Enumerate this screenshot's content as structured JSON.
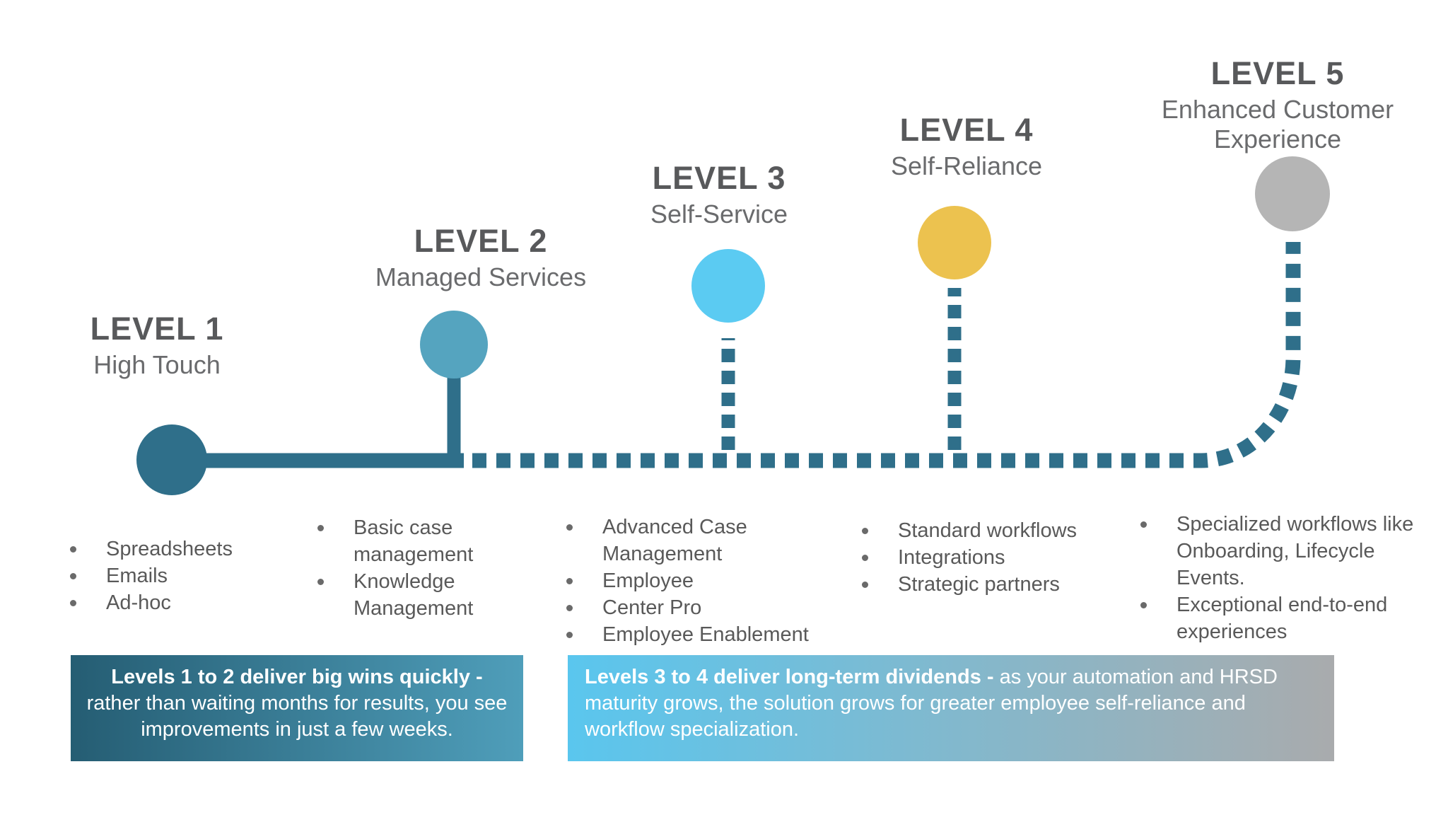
{
  "timeline": {
    "color": "#2F6F8A"
  },
  "levels": [
    {
      "title": "LEVEL 1",
      "subtitle": "High Touch",
      "circle_color": "#2F6F8A",
      "bullets": [
        "Spreadsheets",
        "Emails",
        "Ad-hoc"
      ]
    },
    {
      "title": "LEVEL 2",
      "subtitle": "Managed Services",
      "circle_color": "#55A4BF",
      "bullets": [
        "Basic case management",
        "Knowledge Management"
      ]
    },
    {
      "title": "LEVEL 3",
      "subtitle": "Self-Service",
      "circle_color": "#5BCBF2",
      "bullets": [
        "Advanced Case Management",
        "Employee",
        "Center Pro",
        "Employee Enablement"
      ]
    },
    {
      "title": "LEVEL 4",
      "subtitle": "Self-Reliance",
      "circle_color": "#ECC24F",
      "bullets": [
        "Standard workflows",
        "Integrations",
        "Strategic partners"
      ]
    },
    {
      "title": "LEVEL 5",
      "subtitle": "Enhanced Customer Experience",
      "circle_color": "#B5B5B5",
      "bullets": [
        "Specialized workflows like Onboarding, Lifecycle Events.",
        "Exceptional end-to-end experiences"
      ]
    }
  ],
  "callouts": {
    "left": {
      "bold": "Levels 1 to 2 deliver big wins quickly -",
      "rest": "rather than waiting months for results, you see improvements in just a few weeks.",
      "gradient_start": "#255D73",
      "gradient_end": "#4F9EBA"
    },
    "right": {
      "bold": "Levels 3 to 4 deliver long-term dividends -",
      "rest": "as your automation and HRSD maturity grows, the solution grows for greater employee self-reliance and workflow specialization.",
      "gradient_start": "#5AC6EE",
      "gradient_end": "#A9ABAD"
    }
  }
}
